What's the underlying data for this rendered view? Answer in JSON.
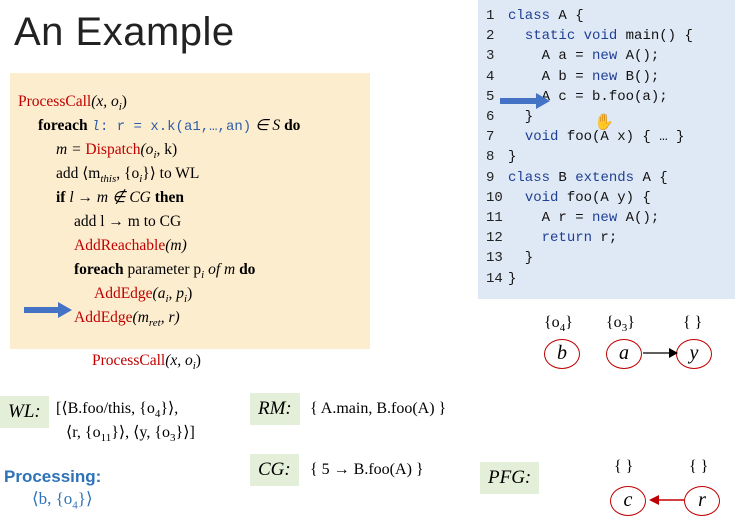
{
  "title": "An Example",
  "algorithm": {
    "line1_name": "ProcessCall",
    "line1_args": "(x, o",
    "line1_sub": "i",
    "line1_close": ")",
    "line2_foreach": "foreach",
    "line2_l": "l",
    "line2_code": ": r = x.k(a1,…,an)",
    "line2_rest": " ∈ S ",
    "line2_do": "do",
    "line3": "m = ",
    "line3_fn": "Dispatch",
    "line3_args": "(o",
    "line3_sub": "i",
    "line3_close": ", k)",
    "line4": "add ⟨m",
    "line4_sub": "this",
    "line4_rest": ", {o",
    "line4_sub2": "i",
    "line4_end": "}⟩ to WL",
    "line5_if": "if",
    "line5_mid": " l → m ∉ CG ",
    "line5_then": "then",
    "line6": "add l → m to CG",
    "line7_fn": "AddReachable",
    "line7_args": "(m)",
    "line8_foreach": "foreach",
    "line8_mid": " parameter p",
    "line8_sub": "i",
    "line8_of": " of m ",
    "line8_do": "do",
    "line9_fn": "AddEdge",
    "line9_args": "(a",
    "line9_sub": "i",
    "line9_mid": ", p",
    "line9_sub2": "i",
    "line9_close": ")",
    "line10_fn": "AddEdge",
    "line10_args": "(m",
    "line10_sub": "ret",
    "line10_close": ", r)",
    "caption_name": "ProcessCall",
    "caption_args": "(x, o",
    "caption_sub": "i",
    "caption_close": ")"
  },
  "code": {
    "lines": [
      {
        "num": "1",
        "text": "class A {"
      },
      {
        "num": "2",
        "text": "  static void main() {"
      },
      {
        "num": "3",
        "text": "    A a = new A();"
      },
      {
        "num": "4",
        "text": "    A b = new B();"
      },
      {
        "num": "5",
        "text": "    A c = b.foo(a);"
      },
      {
        "num": "6",
        "text": "  }"
      },
      {
        "num": "7",
        "text": "  void foo(A x) { … }"
      },
      {
        "num": "8",
        "text": "}"
      },
      {
        "num": "9",
        "text": "class B extends A {"
      },
      {
        "num": "10",
        "text": "  void foo(A y) {"
      },
      {
        "num": "11",
        "text": "    A r = new A();"
      },
      {
        "num": "12",
        "text": "    return r;"
      },
      {
        "num": "13",
        "text": "  }"
      },
      {
        "num": "14",
        "text": "}"
      }
    ]
  },
  "pfg_top": {
    "b_set": "{o4}",
    "b_set_base": "{o",
    "b_set_sub": "4",
    "a_set_base": "{o",
    "a_set_sub": "3",
    "y_set": "{ }",
    "b": "b",
    "a": "a",
    "y": "y"
  },
  "worklist": {
    "label": "WL:",
    "line1": "[⟨B.foo/this, {o",
    "line1_sub": "4",
    "line1_end": "}⟩,",
    "line2": "⟨r, {o",
    "line2_sub": "11",
    "line2_mid": "}⟩, ⟨y, {o",
    "line2_sub2": "3",
    "line2_end": "}⟩]"
  },
  "rm": {
    "label": "RM:",
    "value": "{ A.main, B.foo(A) }"
  },
  "cg": {
    "label": "CG:",
    "value": "{ 5 → B.foo(A) }"
  },
  "pfg": {
    "label": "PFG:",
    "c_set": "{ }",
    "r_set": "{ }",
    "c": "c",
    "r": "r"
  },
  "processing": {
    "label": "Processing:",
    "value_start": "⟨b, {o",
    "value_sub": "4",
    "value_end": "}⟩"
  },
  "colors": {
    "algo_bg": "#fdedcf",
    "code_bg": "#dfe9f5",
    "accent_red": "#c00000",
    "accent_blue": "#2e72b8",
    "tag_bg": "#e3efd9"
  }
}
